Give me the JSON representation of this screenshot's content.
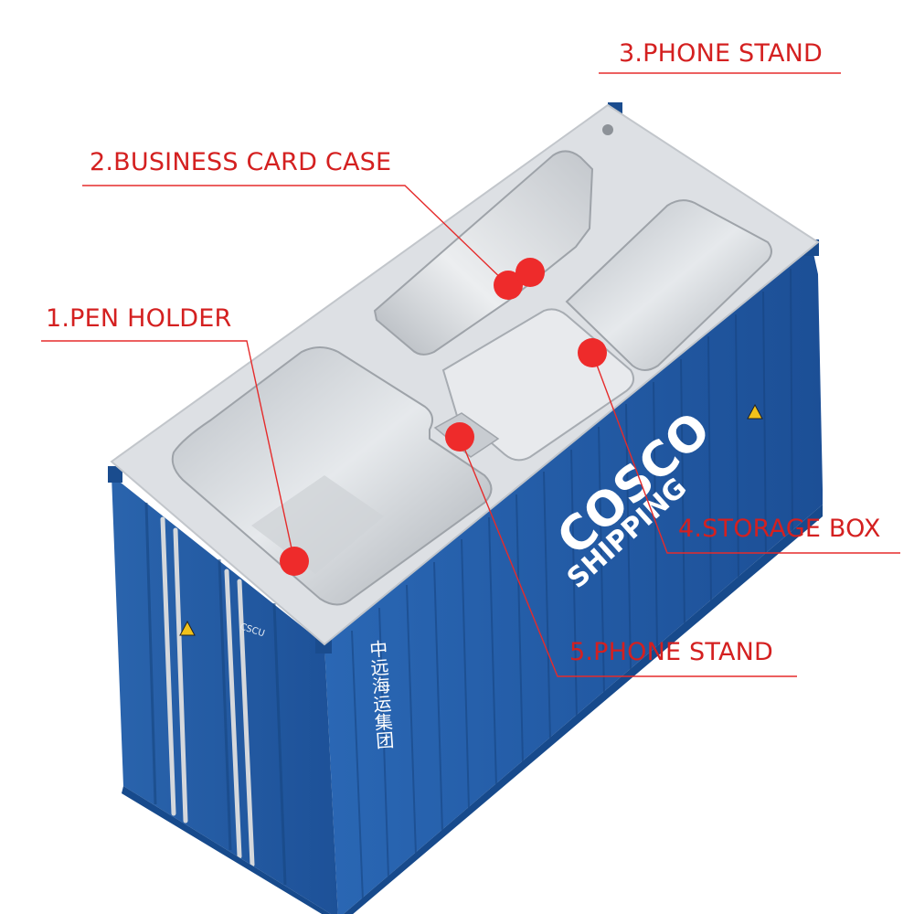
{
  "colors": {
    "accent": "#e52b2b",
    "label_text": "#d42020",
    "container_blue": "#1f5aa6",
    "tray_silver": "#d9dde2"
  },
  "callouts": [
    {
      "label": "1.PEN HOLDER"
    },
    {
      "label": "2.BUSINESS CARD CASE"
    },
    {
      "label": "3.PHONE STAND"
    },
    {
      "label": "4.STORAGE BOX"
    },
    {
      "label": "5.PHONE STAND"
    }
  ],
  "container": {
    "brand": "COSCO",
    "brand_sub": "SHIPPING",
    "side_chinese": "中远海运集团",
    "warning_icon": "warning-triangle-icon",
    "door_code": "CSCU"
  }
}
